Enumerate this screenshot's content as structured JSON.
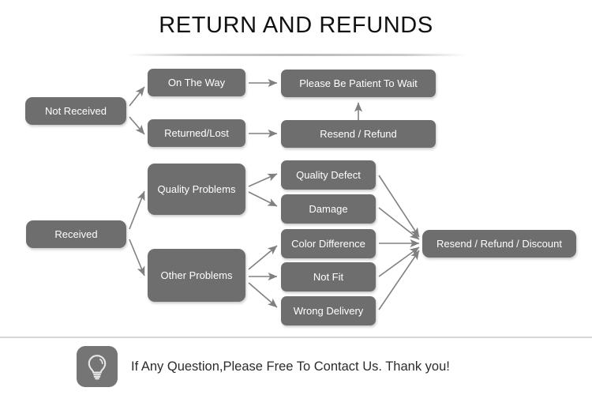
{
  "page": {
    "title": "RETURN AND REFUNDS",
    "background_color": "#ffffff",
    "node_color": "#6e6e6e",
    "node_text_color": "#ffffff",
    "arrow_color": "#808080",
    "divider_color": "#d4d6d8"
  },
  "flow": {
    "not_received": {
      "label": "Not Received",
      "branches": [
        {
          "label": "On The Way",
          "outcome": "Please Be Patient To Wait"
        },
        {
          "label": "Returned/Lost",
          "outcome": "Resend / Refund"
        }
      ]
    },
    "received": {
      "label": "Received",
      "branches": [
        {
          "label": "Quality Problems",
          "issues": [
            "Quality Defect",
            "Damage"
          ]
        },
        {
          "label": "Other Problems",
          "issues": [
            "Color Difference",
            "Not Fit",
            "Wrong Delivery"
          ]
        }
      ],
      "outcome": "Resend / Refund / Discount"
    },
    "outcomes": {
      "wait": "Please Be Patient To Wait",
      "resend_refund": "Resend / Refund",
      "resend_refund_discount": "Resend / Refund / Discount"
    },
    "issues": {
      "quality_defect": "Quality Defect",
      "damage": "Damage",
      "color_difference": "Color Difference",
      "not_fit": "Not Fit",
      "wrong_delivery": "Wrong Delivery"
    }
  },
  "footer": {
    "icon": "lightbulb-icon",
    "text": "If Any Question,Please Free To Contact Us. Thank you!"
  }
}
